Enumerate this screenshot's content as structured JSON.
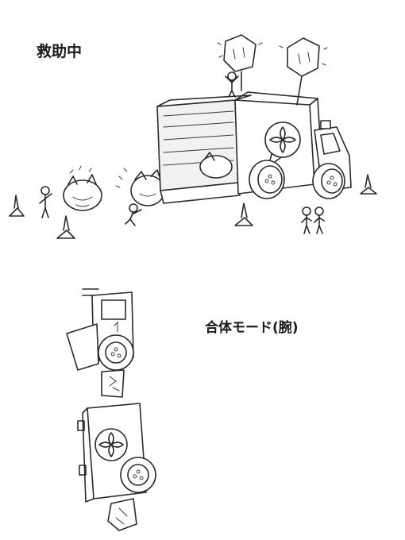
{
  "labels": {
    "rescue_mode": "救助中",
    "combined_mode": "合体モード(腕)"
  },
  "colors": {
    "background": "#ffffff",
    "ink": "#2a2a2a"
  },
  "icons": {
    "emblem": "flower-cross-emblem"
  }
}
